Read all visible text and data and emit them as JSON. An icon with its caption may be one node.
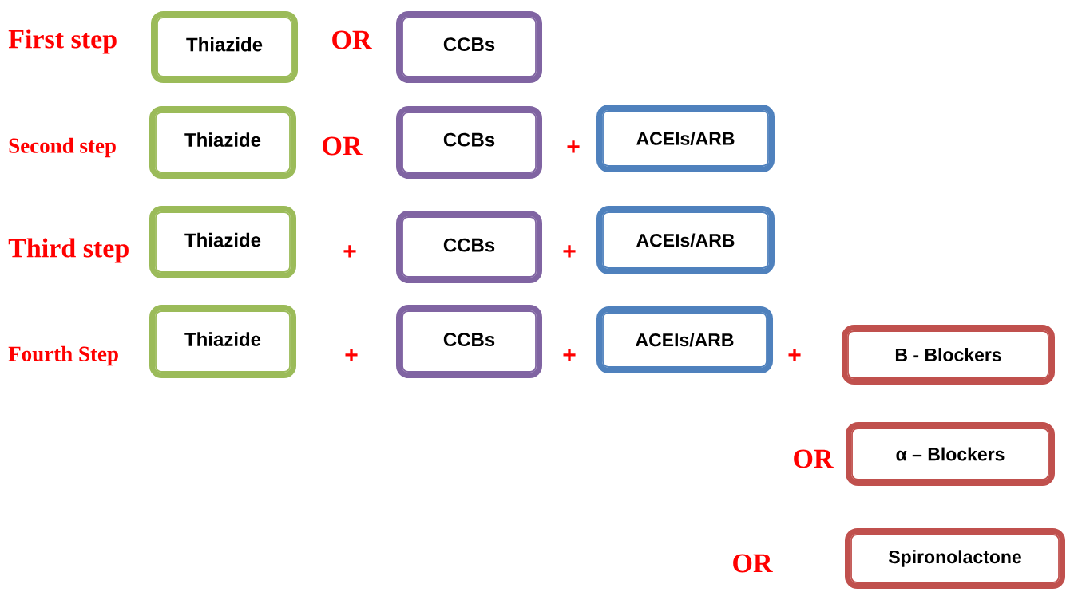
{
  "diagram": {
    "nodes": [
      {
        "text": [
          "Thiazide"
        ]
      },
      {
        "text": [
          "CCBs"
        ]
      },
      {
        "text": [
          "Thiazide"
        ]
      },
      {
        "text": [
          "CCBs"
        ]
      },
      {
        "text": [
          "ACEIs/ARB"
        ]
      },
      {
        "text": [
          "Thiazide"
        ]
      },
      {
        "text": [
          "CCBs"
        ]
      },
      {
        "text": [
          "ACEIs/ARB"
        ]
      },
      {
        "text": [
          "Thiazide"
        ]
      },
      {
        "text": [
          "CCBs"
        ]
      },
      {
        "text": [
          "ACEIs/ARB"
        ]
      },
      {
        "text": [
          "B - Blockers"
        ]
      },
      {
        "text": [
          "α – Blockers"
        ]
      },
      {
        "text": [
          "Spironolactone"
        ]
      }
    ],
    "labels": [
      "First step",
      "OR",
      "Second step",
      "OR",
      "+",
      "Third step",
      "+",
      "+",
      "Fourth Step",
      "+",
      "+",
      "+",
      "OR",
      "OR"
    ]
  }
}
